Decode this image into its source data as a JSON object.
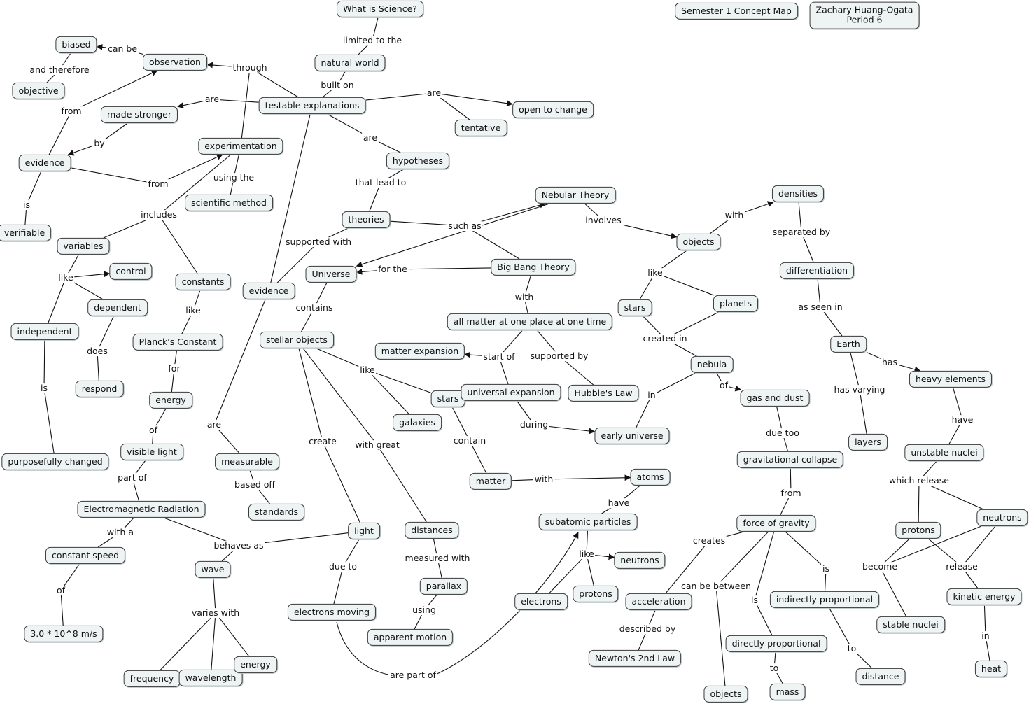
{
  "title_nodes": {
    "map_title": "Semester 1 Concept Map",
    "author": "Zachary Huang-Ogata\nPeriod 6"
  },
  "nodes": {
    "what_is_science": "What is Science?",
    "natural_world": "natural world",
    "testable_explanations": "testable explanations",
    "observation": "observation",
    "biased": "biased",
    "objective": "objective",
    "made_stronger": "made stronger",
    "evidence_left": "evidence",
    "verifiable": "verifiable",
    "experimentation": "experimentation",
    "scientific_method": "scientific method",
    "open_to_change": "open to change",
    "tentative": "tentative",
    "hypotheses": "hypotheses",
    "theories": "theories",
    "nebular_theory": "Nebular Theory",
    "big_bang_theory": "Big Bang Theory",
    "universe": "Universe",
    "evidence_mid": "evidence",
    "variables": "variables",
    "control": "control",
    "dependent": "dependent",
    "independent": "independent",
    "respond": "respond",
    "purposefully_changed": "purposefully changed",
    "constants": "constants",
    "plancks_constant": "Planck's Constant",
    "energy_mid": "energy",
    "visible_light": "visible light",
    "em_radiation": "Electromagnetic Radiation",
    "constant_speed": "constant speed",
    "speed_value": "3.0 * 10^8 m/s",
    "wave": "wave",
    "frequency": "frequency",
    "wavelength": "wavelength",
    "energy_low": "energy",
    "measurable": "measurable",
    "standards": "standards",
    "stellar_objects": "stellar objects",
    "light": "light",
    "electrons_moving": "electrons moving",
    "distances": "distances",
    "parallax": "parallax",
    "apparent_motion": "apparent motion",
    "galaxies": "galaxies",
    "stars_mid": "stars",
    "matter": "matter",
    "atoms": "atoms",
    "subatomic_particles": "subatomic particles",
    "neutrons_mid": "neutrons",
    "electrons": "electrons",
    "protons_mid": "protons",
    "all_matter": "all matter at one place at one time",
    "matter_expansion": "matter expansion",
    "universal_expansion": "universal expansion",
    "hubbles_law": "Hubble's Law",
    "early_universe": "early universe",
    "objects_top": "objects",
    "densities": "densities",
    "differentiation": "differentiation",
    "earth": "Earth",
    "layers": "layers",
    "heavy_elements": "heavy elements",
    "unstable_nuclei": "unstable nuclei",
    "protons_right": "protons",
    "neutrons_right": "neutrons",
    "stable_nuclei": "stable nuclei",
    "kinetic_energy": "kinetic energy",
    "heat": "heat",
    "stars_right": "stars",
    "planets": "planets",
    "nebula": "nebula",
    "gas_and_dust": "gas and dust",
    "gravitational_collapse": "gravitational collapse",
    "force_of_gravity": "force of gravity",
    "acceleration": "acceleration",
    "newtons_2nd_law": "Newton's 2nd Law",
    "objects_bottom": "objects",
    "directly_proportional": "directly proportional",
    "mass": "mass",
    "indirectly_proportional": "indirectly proportional",
    "distance": "distance"
  },
  "links": {
    "limited_to_the": "limited to the",
    "built_on": "built on",
    "through": "through",
    "can_be": "can be",
    "and_therefore": "and therefore",
    "from_obs": "from",
    "are_stronger": "are",
    "by": "by",
    "is_verifiable": "is",
    "from_exp": "from",
    "using_the": "using the",
    "are_open": "are",
    "are_hyp": "are",
    "that_lead_to": "that lead to",
    "supported_with": "supported with",
    "such_as": "such as",
    "for_the": "for the",
    "involves": "involves",
    "includes": "includes",
    "like_vars": "like",
    "does": "does",
    "is_indep": "is",
    "like_const": "like",
    "for_planck": "for",
    "of_energy": "of",
    "part_of": "part of",
    "with_a": "with a",
    "of_speed": "of",
    "behaves_as": "behaves as",
    "varies_with": "varies with",
    "are_measurable": "are",
    "based_off": "based off",
    "contains": "contains",
    "create": "create",
    "due_to": "due to",
    "with_great": "with great",
    "measured_with": "measured with",
    "using": "using",
    "like_stellar": "like",
    "contain": "contain",
    "with_atoms": "with",
    "have_sub": "have",
    "like_sub": "like",
    "are_part_of": "are part of",
    "with_bb": "with",
    "start_of": "start of",
    "supported_by": "supported by",
    "during": "during",
    "with_dens": "with",
    "separated_by": "separated by",
    "as_seen_in": "as seen in",
    "has": "has",
    "has_varying": "has varying",
    "have_unstable": "have",
    "which_release": "which release",
    "become": "become",
    "release": "release",
    "in_heat": "in",
    "like_objects": "like",
    "created_in": "created in",
    "in_early": "in",
    "of_gas": "of",
    "due_too": "due too",
    "from_grav": "from",
    "creates": "creates",
    "described_by": "described by",
    "can_be_between": "can be between",
    "is_direct": "is",
    "to_mass": "to",
    "is_indirect": "is",
    "to_distance": "to"
  }
}
